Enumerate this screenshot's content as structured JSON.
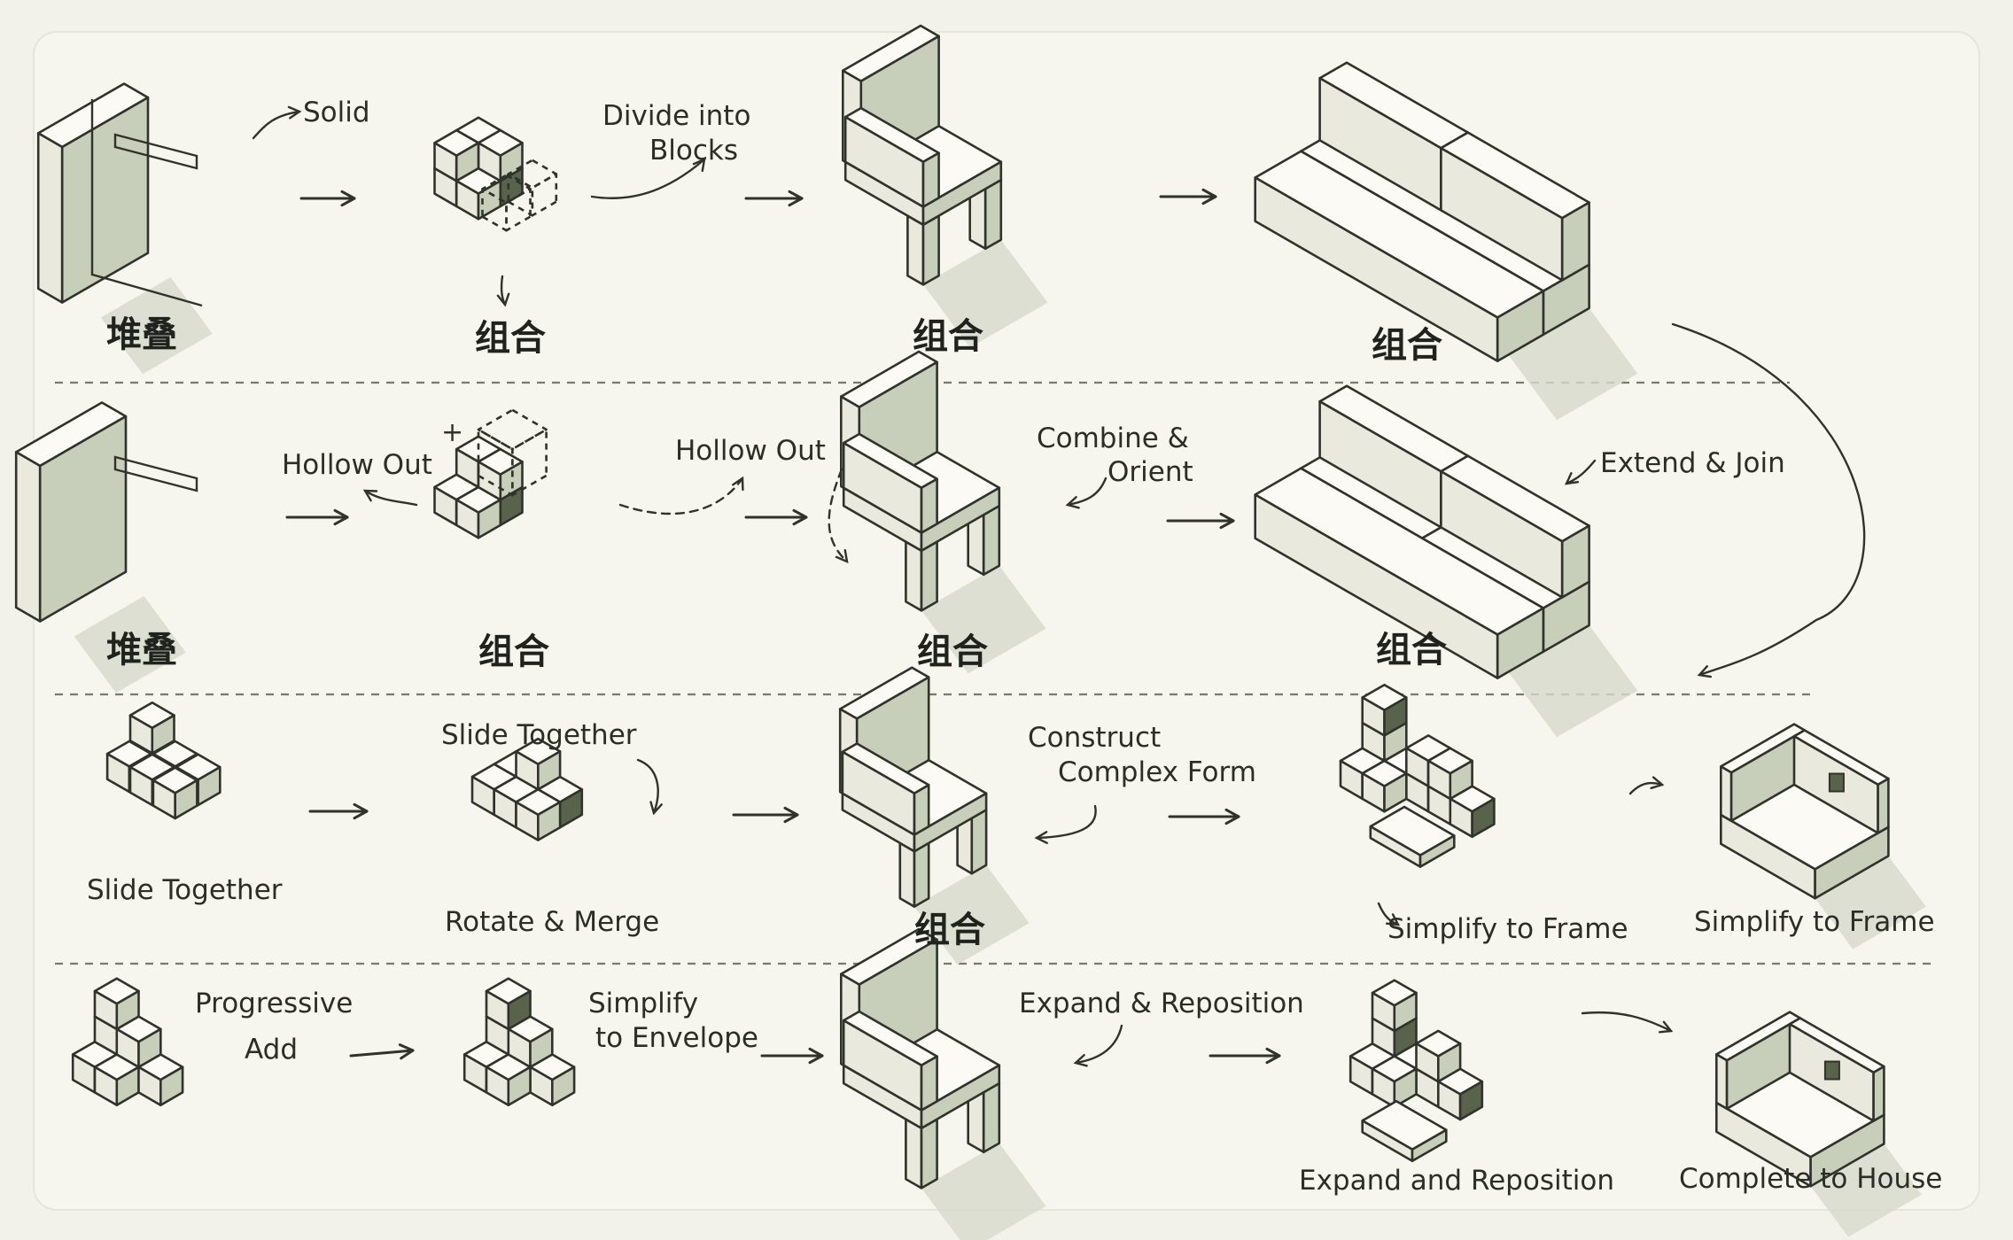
{
  "colors": {
    "background": "#f3f2ea",
    "ink": "#2f332b",
    "top": "#fbfaf4",
    "left": "#e9eadd",
    "right": "#c7ceb9",
    "shadow": "#d7d9cc",
    "dark": "#59634c"
  },
  "rows": [
    {
      "kind": "stack-row",
      "captions": [
        "堆叠",
        "组合",
        "组合",
        "组合"
      ],
      "annotations": [
        "Solid",
        "Divide into",
        "Blocks"
      ]
    },
    {
      "kind": "stack-row",
      "captions": [
        "堆叠",
        "组合",
        "组合",
        "组合"
      ],
      "annotations": [
        "Hollow Out",
        "Hollow Out",
        "Combine &",
        "Orient",
        "Extend & Join"
      ]
    },
    {
      "kind": "slide-row",
      "captions": [
        "Slide Together",
        "Rotate & Merge",
        "组合",
        "Simplify to Frame",
        "Simplify to Frame"
      ],
      "annotations": [
        "Slide Together",
        "Construct",
        "Complex Form"
      ]
    },
    {
      "kind": "add-row",
      "captions": [
        "Expand and Reposition",
        "Complete to House"
      ],
      "annotations": [
        "Progressive",
        "Add",
        "Simplify",
        "to Envelope",
        "Expand & Reposition"
      ]
    }
  ],
  "icons": [
    "arrow-icon",
    "curved-arrow-icon",
    "plus-icon"
  ]
}
